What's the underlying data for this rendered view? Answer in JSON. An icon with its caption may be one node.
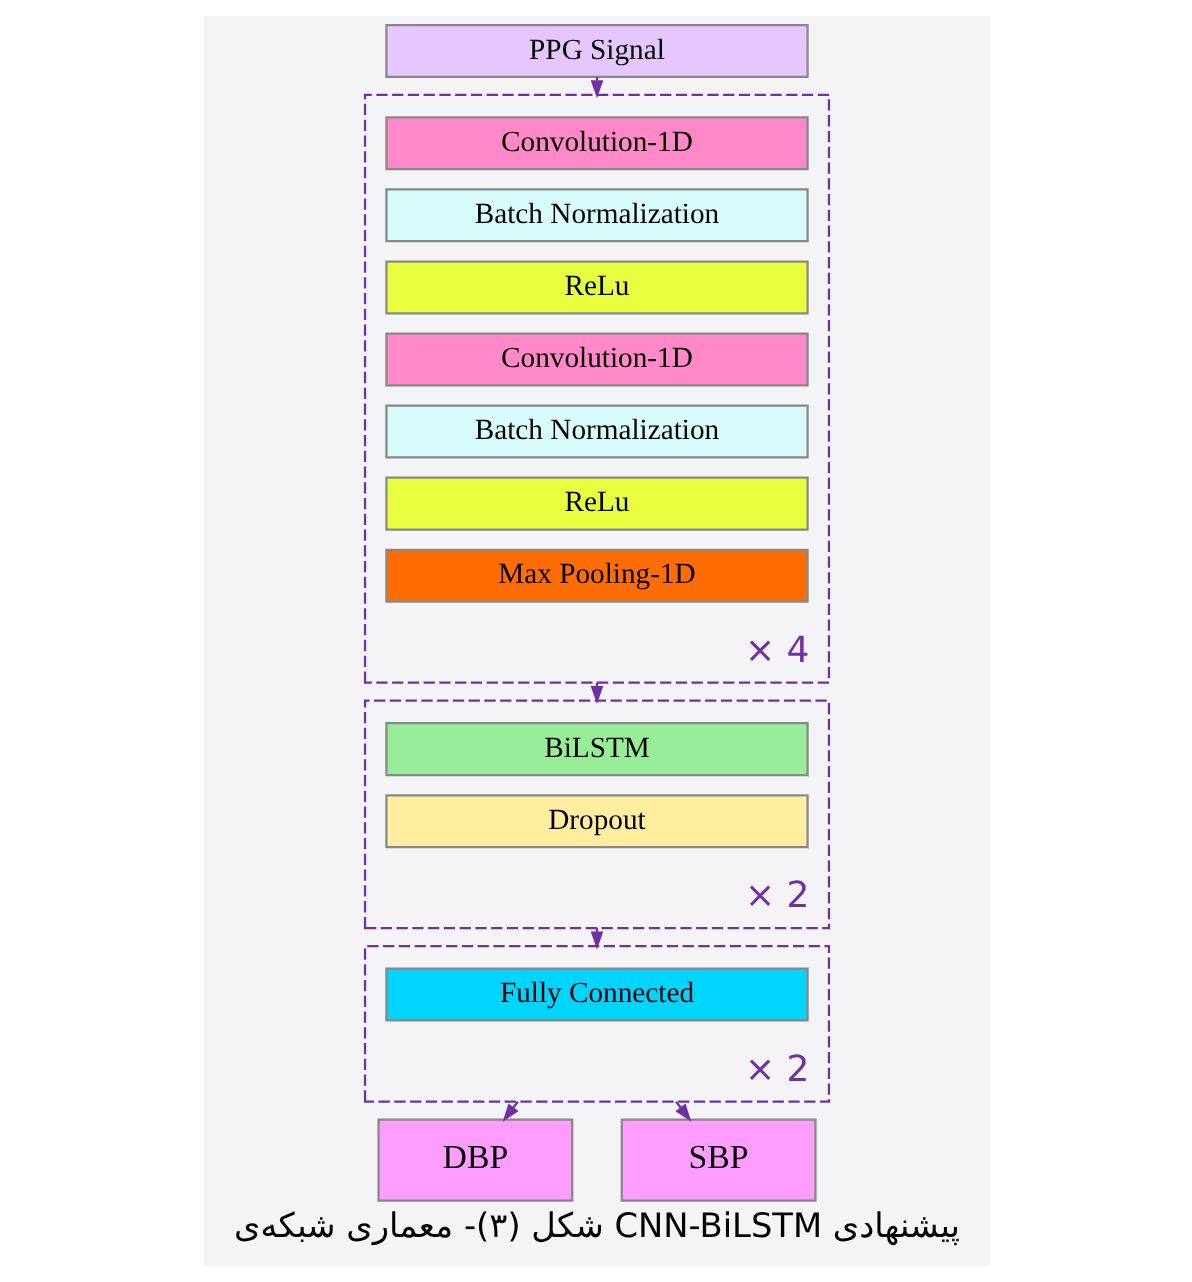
{
  "diagram": {
    "caption": "شکل (۳)- معماری شبکه‌ی CNN-BiLSTM پیشنهادی",
    "nodes": [
      {
        "text": [
          "PPG Signal"
        ]
      },
      {
        "text": [],
        "shape": "box",
        "beside": [
          "× 4"
        ]
      },
      {
        "text": [
          "Convolution-1D"
        ],
        "in": 1
      },
      {
        "text": [
          "Batch Normalization"
        ],
        "in": 1
      },
      {
        "text": [
          "ReLu"
        ],
        "in": 1
      },
      {
        "text": [
          "Convolution-1D"
        ],
        "in": 1
      },
      {
        "text": [
          "Batch Normalization"
        ],
        "in": 1
      },
      {
        "text": [
          "ReLu"
        ],
        "in": 1
      },
      {
        "text": [
          "Max Pooling-1D"
        ],
        "in": 1
      },
      {
        "text": [],
        "shape": "box",
        "beside": [
          "× 2"
        ]
      },
      {
        "text": [
          "BiLSTM"
        ],
        "in": 9
      },
      {
        "text": [
          "Dropout"
        ],
        "in": 9
      },
      {
        "text": [],
        "shape": "box",
        "beside": [
          "× 2"
        ]
      },
      {
        "text": [
          "Fully Connected"
        ],
        "in": 12
      },
      {
        "text": [
          "DBP"
        ]
      },
      {
        "text": [
          "SBP"
        ]
      }
    ],
    "edges": [
      {
        "from": 0,
        "to": 1,
        "arrow": "to"
      },
      {
        "from": 1,
        "to": 9,
        "arrow": "to"
      },
      {
        "from": 9,
        "to": 12,
        "arrow": "to"
      },
      {
        "from": 12,
        "to": 14,
        "arrow": "to"
      },
      {
        "from": 12,
        "to": 15,
        "arrow": "to"
      }
    ]
  }
}
